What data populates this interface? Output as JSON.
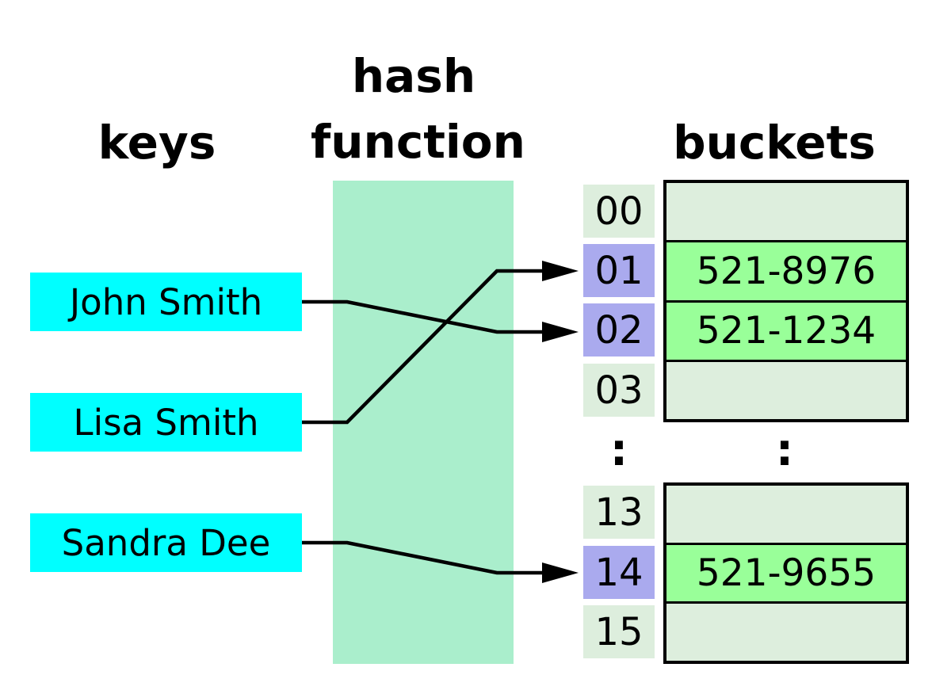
{
  "headers": {
    "keys": "keys",
    "hash_line1": "hash",
    "hash_line2": "function",
    "buckets": "buckets"
  },
  "keys": [
    {
      "label": "John Smith",
      "maps_to_index": "02"
    },
    {
      "label": "Lisa Smith",
      "maps_to_index": "01"
    },
    {
      "label": "Sandra Dee",
      "maps_to_index": "14"
    }
  ],
  "index_top": [
    {
      "label": "00",
      "highlighted": false
    },
    {
      "label": "01",
      "highlighted": true
    },
    {
      "label": "02",
      "highlighted": true
    },
    {
      "label": "03",
      "highlighted": false
    }
  ],
  "index_bottom": [
    {
      "label": "13",
      "highlighted": false
    },
    {
      "label": "14",
      "highlighted": true
    },
    {
      "label": "15",
      "highlighted": false
    }
  ],
  "buckets_top": [
    {
      "value": "",
      "filled": false
    },
    {
      "value": "521-8976",
      "filled": true
    },
    {
      "value": "521-1234",
      "filled": true
    },
    {
      "value": "",
      "filled": false
    }
  ],
  "buckets_bottom": [
    {
      "value": "",
      "filled": false
    },
    {
      "value": "521-9655",
      "filled": true
    },
    {
      "value": "",
      "filled": false
    }
  ],
  "ellipsis": {
    "index_column": ":",
    "bucket_column": ":"
  },
  "colors": {
    "key_box": "#00ffff",
    "hash_region": "#aaeecc",
    "index_cell": "#ddeedd",
    "index_cell_highlight": "#aaaaee",
    "bucket_empty": "#ddeedd",
    "bucket_filled": "#99ff99",
    "arrow": "#000000",
    "background": "#ffffff"
  }
}
